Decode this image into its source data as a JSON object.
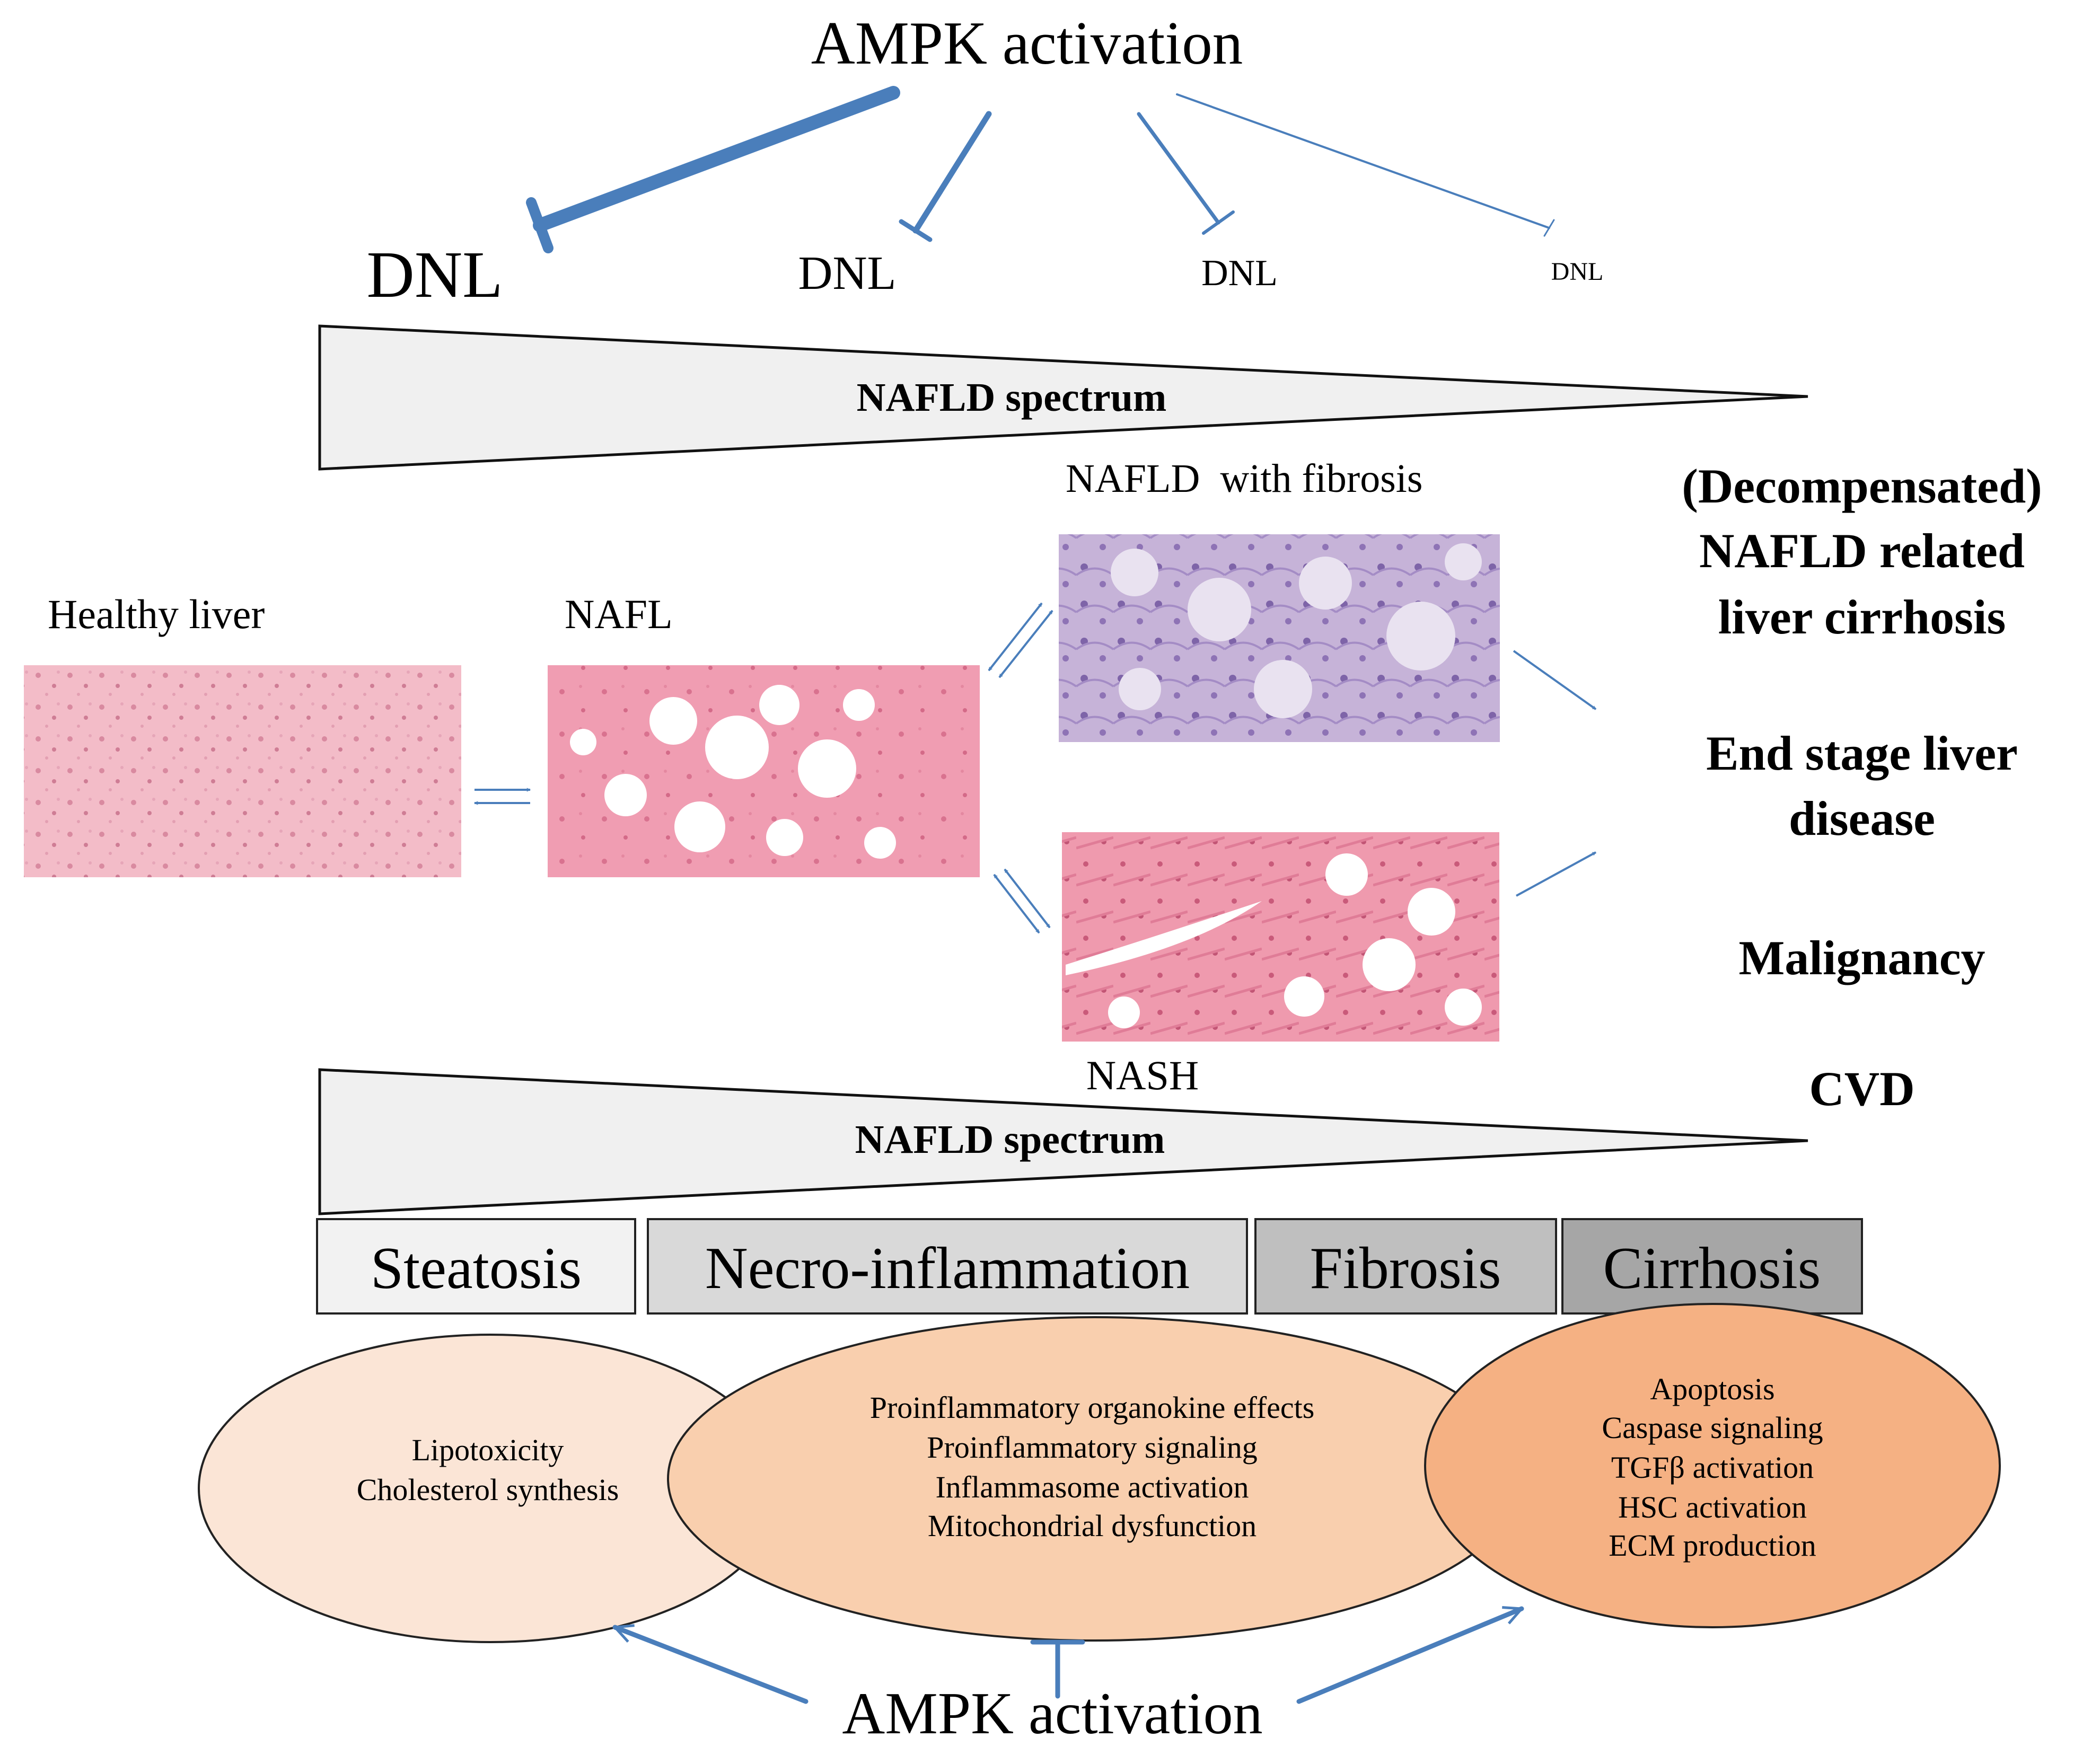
{
  "top": {
    "ampk_label": "AMPK activation",
    "dnl_labels": [
      "DNL",
      "DNL",
      "DNL",
      "DNL"
    ]
  },
  "spectrum": {
    "label_top": "NAFLD spectrum",
    "label_bottom": "NAFLD spectrum"
  },
  "histology": {
    "healthy": "Healthy liver",
    "nafl": "NAFL",
    "fibrosis": "NAFLD  with fibrosis",
    "nash": "NASH"
  },
  "outcomes": {
    "decomp_1": "(Decompensated)",
    "decomp_2": "NAFLD related",
    "decomp_3": "liver cirrhosis",
    "endstage_1": "End stage liver",
    "endstage_2": "disease",
    "malignancy": "Malignancy",
    "cvd": "CVD"
  },
  "stages": [
    "Steatosis",
    "Necro-inflammation",
    "Fibrosis",
    "Cirrhosis"
  ],
  "ellipses": {
    "left": [
      "Lipotoxicity",
      "Cholesterol synthesis"
    ],
    "middle": [
      "Proinflammatory organokine effects",
      "Proinflammatory signaling",
      "Inflammasome activation",
      "Mitochondrial dysfunction"
    ],
    "right": [
      "Apoptosis",
      "Caspase signaling",
      "TGFβ activation",
      "HSC activation",
      "ECM production"
    ]
  },
  "bottom": {
    "ampk_label": "AMPK activation"
  },
  "colors": {
    "arrow_blue": "#4a7ebb",
    "ellipse_left": "#fbe5d6",
    "ellipse_middle": "#f9cfae",
    "ellipse_right": "#f5b183",
    "stage_steatosis": "#f2f2f2",
    "stage_necro": "#d9d9d9",
    "stage_fibrosis": "#bfbfbf",
    "stage_cirrhosis": "#a6a6a6"
  }
}
